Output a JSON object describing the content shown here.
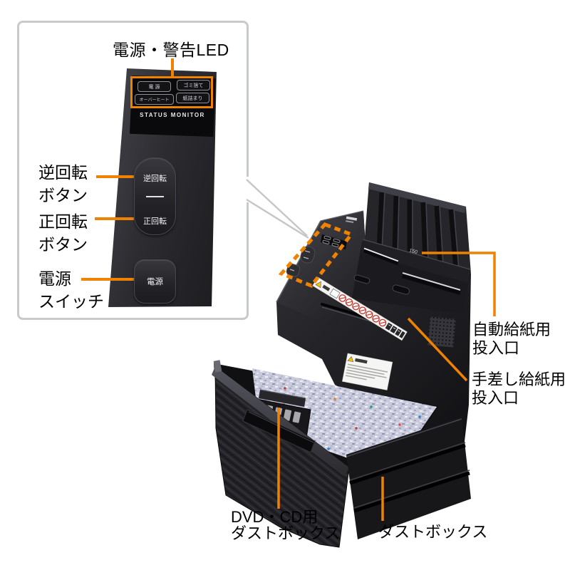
{
  "colors": {
    "accent": "#ef8200",
    "box_border": "#c8c9cb",
    "connector": "#c5c6c8"
  },
  "inset": {
    "title": "電源・警告LED",
    "status_monitor": "STATUS MONITOR",
    "leds": [
      {
        "label": "電 源"
      },
      {
        "label": "ゴミ捨て"
      },
      {
        "label": "オーバーヒート"
      },
      {
        "label": "紙詰まり"
      }
    ],
    "buttons": {
      "reverse": "逆回転",
      "forward": "正回転",
      "power": "電源"
    },
    "callouts": {
      "reverse": {
        "line1": "逆回転",
        "line2": "ボタン"
      },
      "forward": {
        "line1": "正回転",
        "line2": "ボタン"
      },
      "power": {
        "line1": "電源",
        "line2": "スイッチ"
      }
    }
  },
  "product": {
    "tray_marking": "150",
    "callouts": {
      "auto_feed": {
        "line1": "自動給紙用",
        "line2": "投入口"
      },
      "manual_feed": {
        "line1": "手差し給紙用",
        "line2": "投入口"
      },
      "dvd_box": {
        "line1": "DVD・CD用",
        "line2": "ダストボックス"
      },
      "dust_box": {
        "line1": "ダストボックス"
      }
    }
  }
}
